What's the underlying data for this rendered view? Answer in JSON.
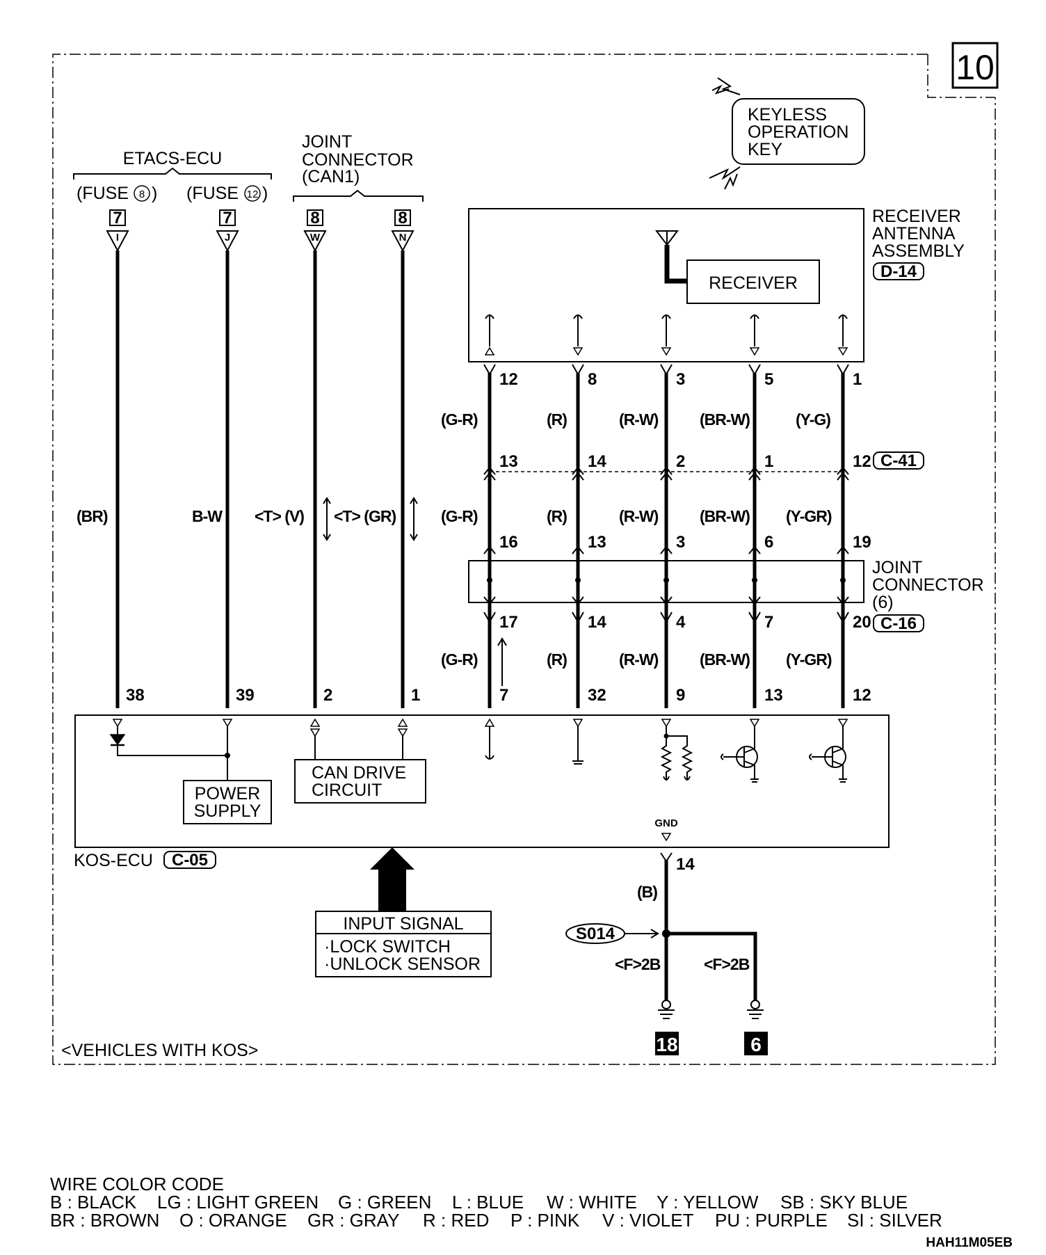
{
  "page_number": "10",
  "footer_code": "HAH11M05EB",
  "scope_label": "<VEHICLES WITH KOS>",
  "keyless_key": [
    "KEYLESS",
    "OPERATION",
    "KEY"
  ],
  "etacs": {
    "title": "ETACS-ECU",
    "fuse_left": "(FUSE",
    "fuse_left_num": "8",
    "fuse_right": "(FUSE",
    "fuse_right_num": "12",
    "close_paren": ")"
  },
  "joint_can1": [
    "JOINT",
    "CONNECTOR",
    "(CAN1)"
  ],
  "receiver_assembly": {
    "title": [
      "RECEIVER",
      "ANTENNA",
      "ASSEMBLY"
    ],
    "connector": "D-14",
    "inner": "RECEIVER"
  },
  "joint6": {
    "title": [
      "JOINT",
      "CONNECTOR",
      "(6)"
    ]
  },
  "connectors": {
    "c41": "C-41",
    "c16": "C-16",
    "c05": "C-05"
  },
  "kos_ecu": {
    "label": "KOS-ECU",
    "power_supply": [
      "POWER",
      "SUPPLY"
    ],
    "can_drive": [
      "CAN DRIVE",
      "CIRCUIT"
    ],
    "gnd": "GND"
  },
  "input_signal": {
    "title": "INPUT SIGNAL",
    "items": [
      "·LOCK SWITCH",
      "·UNLOCK SENSOR"
    ]
  },
  "left_wires": [
    {
      "fuse_box": "7",
      "letter": "I",
      "color": "(BR)",
      "ecu_pin": "38"
    },
    {
      "fuse_box": "7",
      "letter": "J",
      "color": "B-W",
      "ecu_pin": "39"
    },
    {
      "fuse_box": "8",
      "letter": "W",
      "color": "<T> (V)",
      "ecu_pin": "2"
    },
    {
      "fuse_box": "8",
      "letter": "N",
      "color": "<T> (GR)",
      "ecu_pin": "1"
    }
  ],
  "right_wires": [
    {
      "rx_pin": "12",
      "color1": "(G-R)",
      "c41_pin": "13",
      "color2": "(G-R)",
      "j6_in": "16",
      "j6_out": "17",
      "color3": "(G-R)",
      "ecu_pin": "7"
    },
    {
      "rx_pin": "8",
      "color1": "(R)",
      "c41_pin": "14",
      "color2": "(R)",
      "j6_in": "13",
      "j6_out": "14",
      "color3": "(R)",
      "ecu_pin": "32"
    },
    {
      "rx_pin": "3",
      "color1": "(R-W)",
      "c41_pin": "2",
      "color2": "(R-W)",
      "j6_in": "3",
      "j6_out": "4",
      "color3": "(R-W)",
      "ecu_pin": "9"
    },
    {
      "rx_pin": "5",
      "color1": "(BR-W)",
      "c41_pin": "1",
      "color2": "(BR-W)",
      "j6_in": "6",
      "j6_out": "7",
      "color3": "(BR-W)",
      "ecu_pin": "13"
    },
    {
      "rx_pin": "1",
      "color1": "(Y-G)",
      "c41_pin": "12",
      "color2": "(Y-GR)",
      "j6_in": "19",
      "j6_out": "20",
      "color3": "(Y-GR)",
      "ecu_pin": "12"
    }
  ],
  "ground": {
    "pin": "14",
    "color": "(B)",
    "splice": "S014",
    "left_cond": "<F>2B",
    "right_cond": "<F>2B",
    "left_ground": "18",
    "right_ground": "6"
  },
  "wire_color_code": {
    "title": "WIRE COLOR CODE",
    "row1": [
      "B : BLACK",
      "LG : LIGHT GREEN",
      "G : GREEN",
      "L : BLUE",
      "W : WHITE",
      "Y : YELLOW",
      "SB : SKY BLUE"
    ],
    "row2": [
      "BR : BROWN",
      "O : ORANGE",
      "GR : GRAY",
      "R : RED",
      "P : PINK",
      "V : VIOLET",
      "PU : PURPLE",
      "SI : SILVER"
    ]
  }
}
